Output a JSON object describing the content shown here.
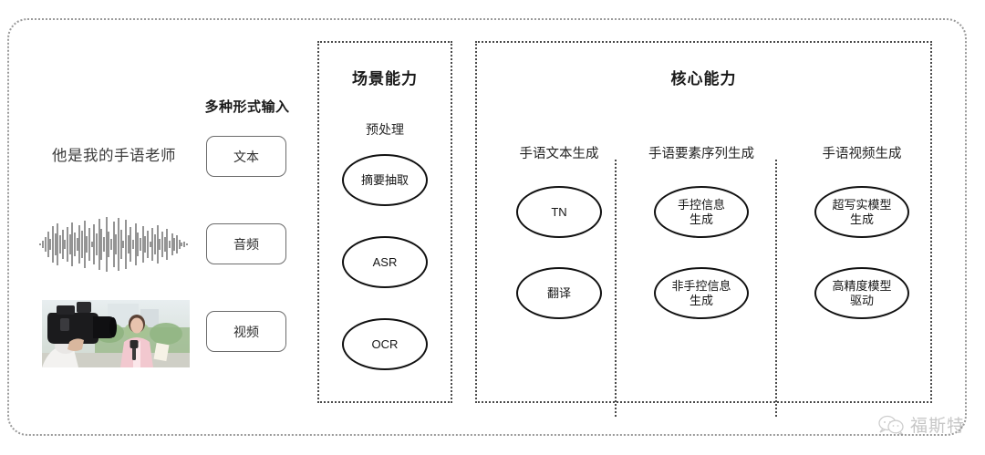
{
  "diagram": {
    "input_section": {
      "heading": "多种形式输入",
      "sample_text": "他是我的手语老师",
      "buttons": [
        {
          "label": "文本",
          "icon": "text-input-icon"
        },
        {
          "label": "音频",
          "icon": "audio-waveform-icon"
        },
        {
          "label": "视频",
          "icon": "video-thumbnail-icon"
        }
      ]
    },
    "scene_panel": {
      "title": "场景能力",
      "subtitle": "预处理",
      "nodes": [
        {
          "label": "摘要抽取"
        },
        {
          "label": "ASR"
        },
        {
          "label": "OCR"
        }
      ]
    },
    "core_panel": {
      "title": "核心能力",
      "columns": [
        {
          "label": "手语文本生成",
          "nodes": [
            {
              "line1": "TN",
              "line2": ""
            },
            {
              "line1": "翻译",
              "line2": ""
            }
          ]
        },
        {
          "label": "手语要素序列生成",
          "nodes": [
            {
              "line1": "手控信息",
              "line2": "生成"
            },
            {
              "line1": "非手控信息",
              "line2": "生成"
            }
          ]
        },
        {
          "label": "手语视频生成",
          "nodes": [
            {
              "line1": "超写实模型",
              "line2": "生成"
            },
            {
              "line1": "高精度模型",
              "line2": "驱动"
            }
          ]
        }
      ]
    },
    "watermark": {
      "text": "福斯特",
      "icon": "wechat-bubbles-icon"
    },
    "colors": {
      "frame_border": "#9a9a9a",
      "panel_border": "#4a4a4a",
      "node_border": "#111111",
      "button_border": "#6b6b6b",
      "text": "#1f1f1f",
      "watermark": "#7a7a7a"
    }
  }
}
